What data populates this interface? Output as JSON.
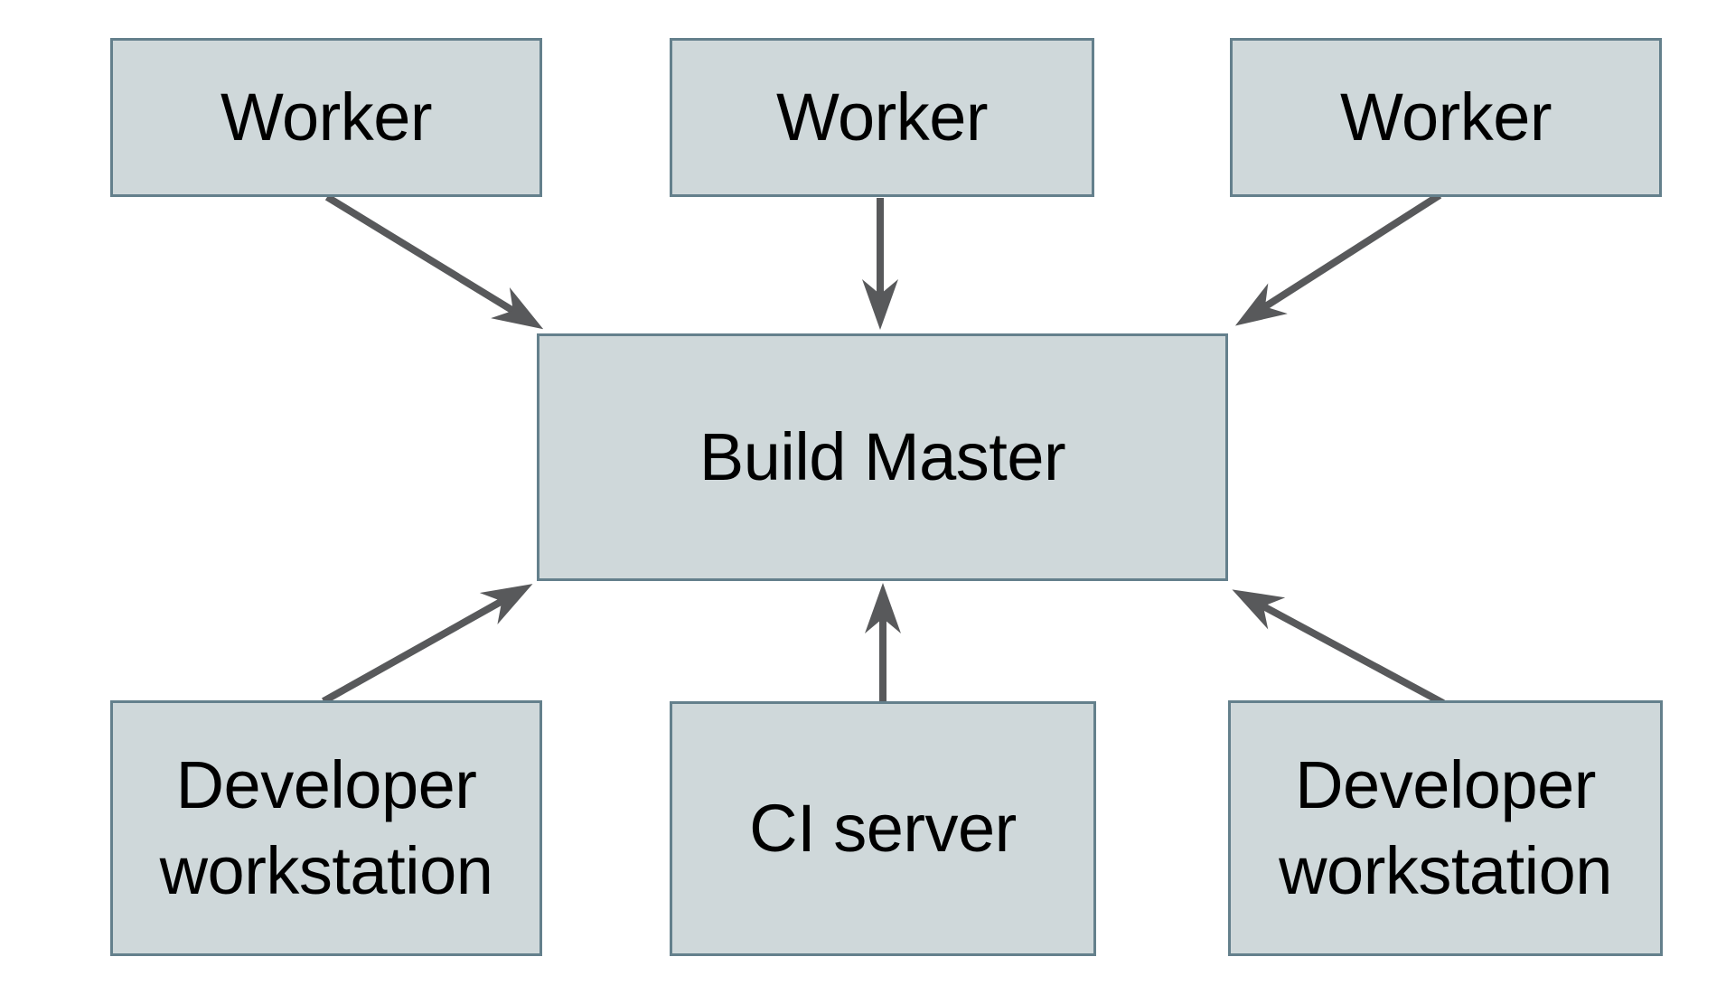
{
  "diagram": {
    "type": "architecture-diagram",
    "nodes": {
      "worker_1": {
        "label": "Worker"
      },
      "worker_2": {
        "label": "Worker"
      },
      "worker_3": {
        "label": "Worker"
      },
      "build_master": {
        "label": "Build Master"
      },
      "developer_workstation_left": {
        "label": "Developer workstation"
      },
      "ci_server": {
        "label": "CI server"
      },
      "developer_workstation_right": {
        "label": "Developer workstation"
      }
    },
    "edges": [
      {
        "from": "worker_1",
        "to": "build_master"
      },
      {
        "from": "worker_2",
        "to": "build_master"
      },
      {
        "from": "worker_3",
        "to": "build_master"
      },
      {
        "from": "developer_workstation_left",
        "to": "build_master"
      },
      {
        "from": "ci_server",
        "to": "build_master"
      },
      {
        "from": "developer_workstation_right",
        "to": "build_master"
      }
    ],
    "colors": {
      "node_fill": "#cfd8da",
      "node_border": "#64808c",
      "arrow": "#58595b",
      "text": "#000000",
      "background": "#ffffff"
    }
  }
}
